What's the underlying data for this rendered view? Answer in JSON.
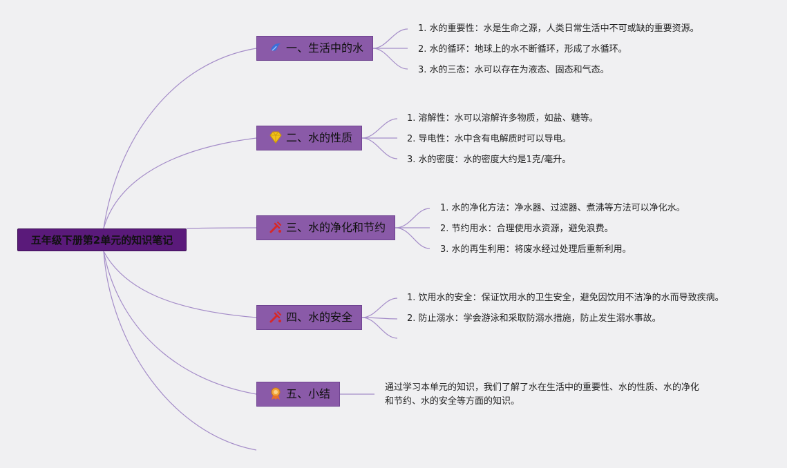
{
  "root": {
    "label": "五年级下册第2单元的知识笔记"
  },
  "topics": [
    {
      "label": "一、生活中的水",
      "icon": "water-drop-icon",
      "items": [
        {
          "num": "1.",
          "term": "水的重要性",
          "text": "水是生命之源，人类日常生活中不可或缺的重要资源。"
        },
        {
          "num": "2.",
          "term": "水的循环",
          "text": "地球上的水不断循环，形成了水循环。"
        },
        {
          "num": "3.",
          "term": "水的三态",
          "text": "水可以存在为液态、固态和气态。"
        }
      ]
    },
    {
      "label": "二、水的性质",
      "icon": "diamond-icon",
      "items": [
        {
          "num": "1.",
          "term": "溶解性",
          "text": "水可以溶解许多物质，如盐、糖等。"
        },
        {
          "num": "2.",
          "term": "导电性",
          "text": "水中含有电解质时可以导电。"
        },
        {
          "num": "3.",
          "term": "水的密度",
          "text": "水的密度大约是1克/毫升。"
        }
      ]
    },
    {
      "label": "三、水的净化和节约",
      "icon": "tools-icon",
      "items": [
        {
          "num": "1.",
          "term": "水的净化方法",
          "text": "净水器、过滤器、煮沸等方法可以净化水。"
        },
        {
          "num": "2.",
          "term": "节约用水",
          "text": "合理使用水资源，避免浪费。"
        },
        {
          "num": "3.",
          "term": "水的再生利用",
          "text": "将废水经过处理后重新利用。"
        }
      ]
    },
    {
      "label": "四、水的安全",
      "icon": "tools-icon",
      "items": [
        {
          "num": "1.",
          "term": "饮用水的安全",
          "text": "保证饮用水的卫生安全，避免因饮用不洁净的水而导致疾病。"
        },
        {
          "num": "2.",
          "term": "防止溺水",
          "text": "学会游泳和采取防溺水措施，防止发生溺水事故。"
        }
      ]
    },
    {
      "label": "五、小结",
      "icon": "medal-icon",
      "summary_line1": "通过学习本单元的知识，我们了解了水在生活中的重要性、水的性质、水的净化",
      "summary_line2": "和节约、水的安全等方面的知识。"
    }
  ],
  "colors": {
    "link": "#a48cc8",
    "topic_fill": "#8a5aa8",
    "root_fill": "#5a1a7a"
  }
}
